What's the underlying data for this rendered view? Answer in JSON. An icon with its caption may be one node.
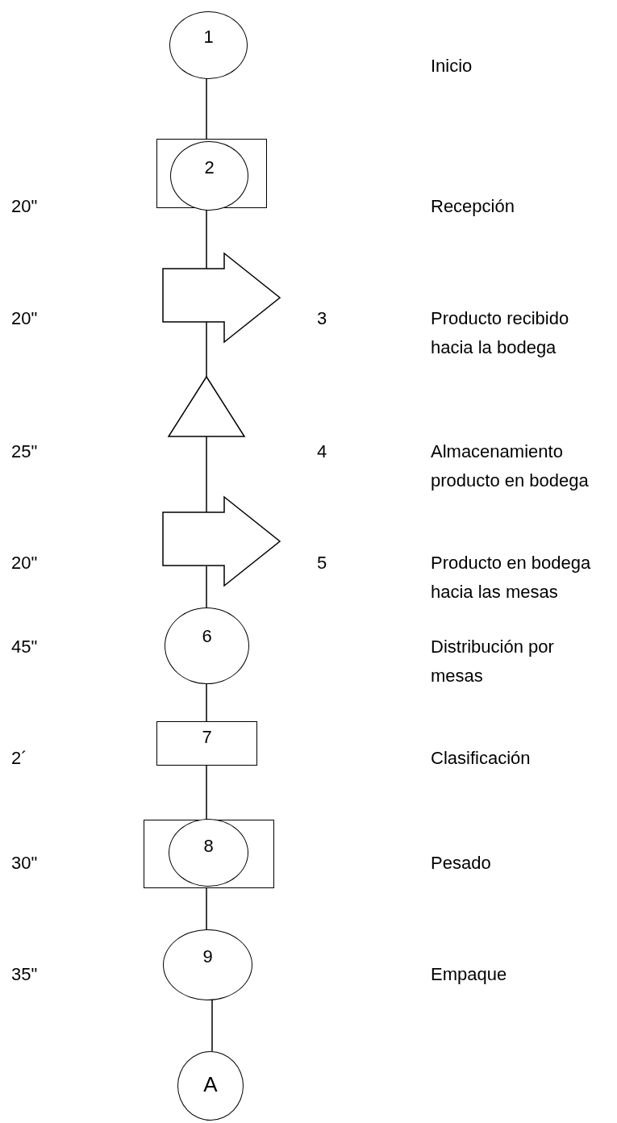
{
  "diagram": {
    "nodes": [
      {
        "text": [
          "1"
        ]
      },
      {
        "text": [],
        "shape": "box"
      },
      {
        "text": [
          "2"
        ],
        "in": 1
      },
      {
        "text": [],
        "shape": "arrow"
      },
      {
        "text": [],
        "shape": "triangle"
      },
      {
        "text": [],
        "shape": "arrow"
      },
      {
        "text": [
          "6"
        ]
      },
      {
        "text": [
          "7"
        ]
      },
      {
        "text": [],
        "shape": "box"
      },
      {
        "text": [
          "8"
        ],
        "in": 8
      },
      {
        "text": [
          "9"
        ]
      },
      {
        "text": [
          "A"
        ]
      }
    ],
    "edges": [
      {
        "from": 0,
        "to": 1,
        "arrow": "none"
      },
      {
        "from": 1,
        "to": 3,
        "arrow": "none"
      },
      {
        "from": 3,
        "to": 4,
        "arrow": "none"
      },
      {
        "from": 4,
        "to": 5,
        "arrow": "none"
      },
      {
        "from": 5,
        "to": 6,
        "arrow": "none"
      },
      {
        "from": 6,
        "to": 7,
        "arrow": "none"
      },
      {
        "from": 7,
        "to": 8,
        "arrow": "none"
      },
      {
        "from": 8,
        "to": 10,
        "arrow": "none"
      },
      {
        "from": 10,
        "to": 11,
        "arrow": "none"
      }
    ],
    "labels": [
      "Inicio",
      "20\"",
      "Recepción",
      "20\"",
      "3",
      "Producto recibido hacia la bodega",
      "25\"",
      "4",
      "Almacenamiento producto en bodega",
      "20\"",
      "5",
      "Producto en bodega hacia las mesas",
      "45\"",
      "Distribución por mesas",
      "2´",
      "Clasificación",
      "30\"",
      "Pesado",
      "35\"",
      "Empaque"
    ]
  }
}
